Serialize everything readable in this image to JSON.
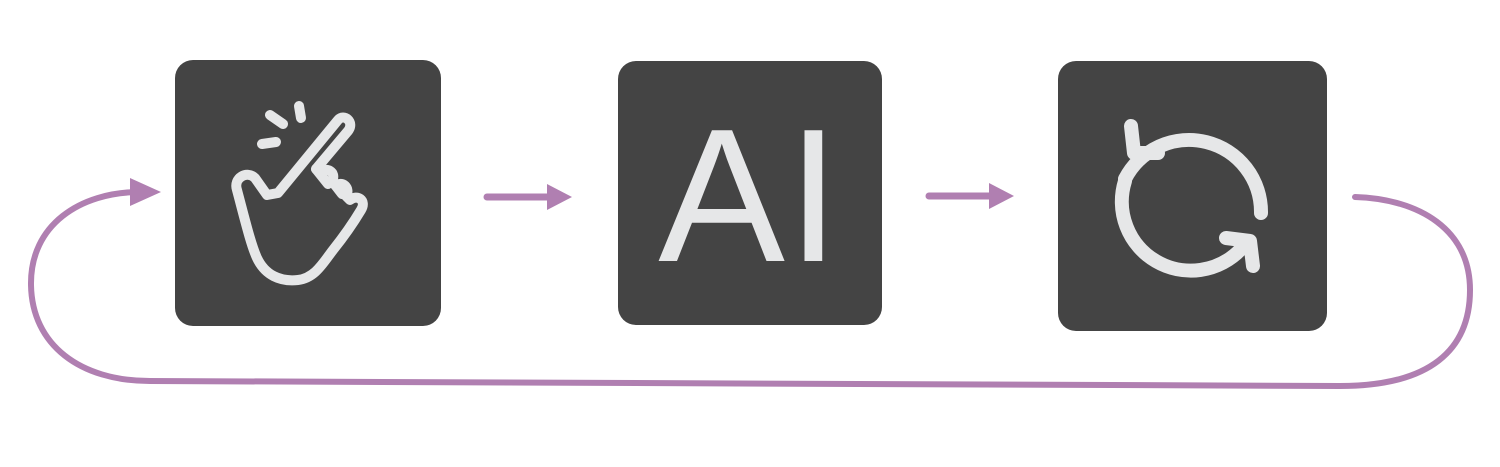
{
  "diagram": {
    "steps": [
      {
        "id": "snap",
        "icon": "finger-snap-icon"
      },
      {
        "id": "ai",
        "label": "AI"
      },
      {
        "id": "cycle",
        "icon": "refresh-cycle-icon"
      }
    ],
    "connectors": [
      {
        "from": "snap",
        "to": "ai"
      },
      {
        "from": "ai",
        "to": "cycle"
      },
      {
        "from": "cycle",
        "to": "snap",
        "style": "loop-back"
      }
    ]
  },
  "colors": {
    "tile": "#444444",
    "icon": "#e6e7e8",
    "arrow": "#b07fb1",
    "background": "#ffffff"
  }
}
